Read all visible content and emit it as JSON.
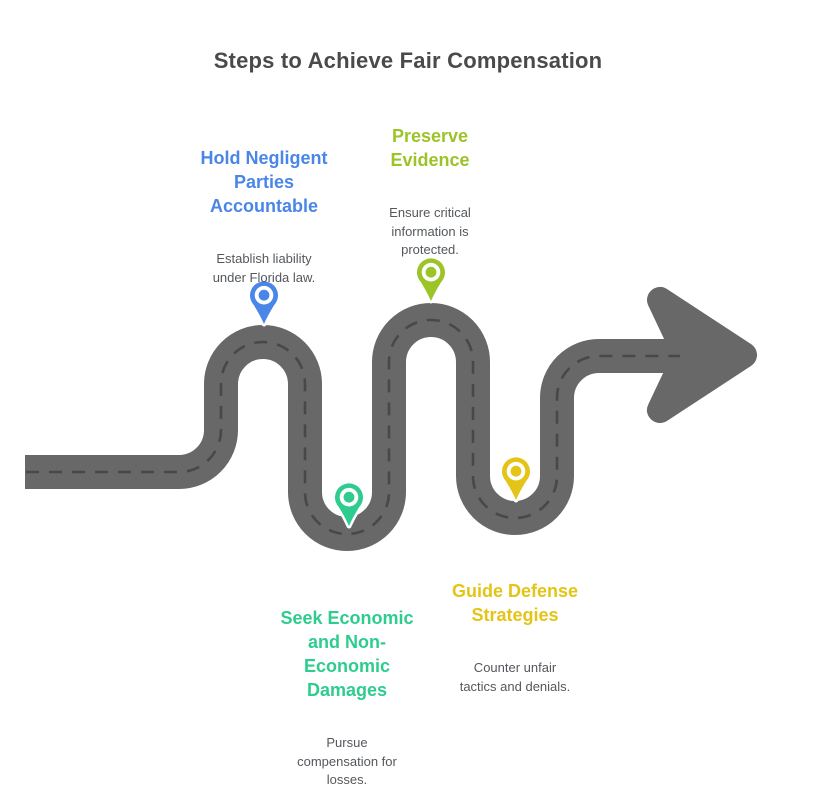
{
  "title": "Steps to Achieve Fair Compensation",
  "text_colors": {
    "title_color": "#4a4a4a",
    "body_color": "#54585c"
  },
  "road": {
    "surface_color": "#686868",
    "outline_color": "#ffffff",
    "dash_color": "#484848"
  },
  "steps": [
    {
      "icon": "map-pin",
      "color": "#4a86e8",
      "heading": "Hold Negligent\nParties\nAccountable",
      "body": "Establish liability\nunder Florida law."
    },
    {
      "icon": "map-pin",
      "color": "#9cc427",
      "heading": "Preserve\nEvidence",
      "body": "Ensure critical\ninformation is\nprotected."
    },
    {
      "icon": "map-pin",
      "color": "#2ecc8e",
      "heading": "Seek Economic\nand Non-\nEconomic\nDamages",
      "body": "Pursue\ncompensation for\nlosses."
    },
    {
      "icon": "map-pin",
      "color": "#e4c416",
      "heading": "Guide Defense\nStrategies",
      "body": "Counter unfair\ntactics and denials."
    }
  ]
}
